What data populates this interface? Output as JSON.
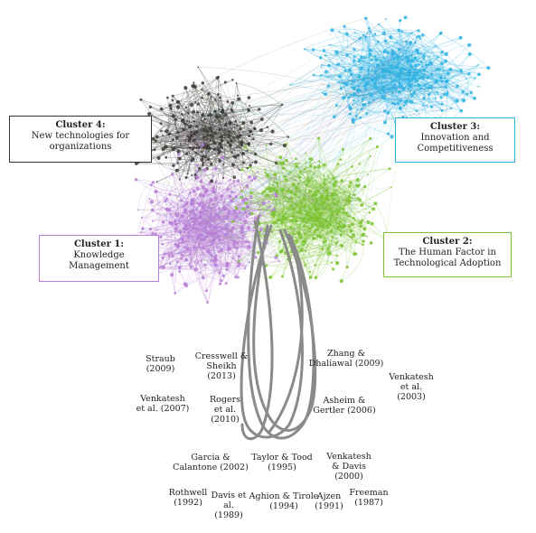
{
  "colors": {
    "cluster1": "#b77fd6",
    "cluster2": "#7cc332",
    "cluster3": "#2fb3e3",
    "cluster4": "#3d3a37",
    "curves": "#8a8a8a"
  },
  "clusters": [
    {
      "id": "cluster4",
      "title": "Cluster 4:",
      "text": "New technologies for\norganizations"
    },
    {
      "id": "cluster3",
      "title": "Cluster 3:",
      "text": "Innovation and\nCompetitiveness"
    },
    {
      "id": "cluster1",
      "title": "Cluster 1:",
      "text": "Knowledge\nManagement"
    },
    {
      "id": "cluster2",
      "title": "Cluster 2:",
      "text": "The Human Factor in\nTechnological Adoption"
    }
  ],
  "references": [
    "Straub\n(2009)",
    "Cresswell &\nSheikh\n(2013)",
    "Zhang &\nDhaliawal (2009)",
    "Venkatesh\net al.\n(2003)",
    "Venkatesh\net al. (2007)",
    "Rogers\net al.\n(2010)",
    "Asheim &\nGertler (2006)",
    "Garcia &\nCalantone (2002)",
    "Taylor & Tood\n(1995)",
    "Venkatesh\n& Davis\n(2000)",
    "Rothwell\n(1992)",
    "Davis et\nal.\n(1989)",
    "Aghion & Tirole\n(1994)",
    "Ajzen\n(1991)",
    "Freeman\n(1987)"
  ]
}
